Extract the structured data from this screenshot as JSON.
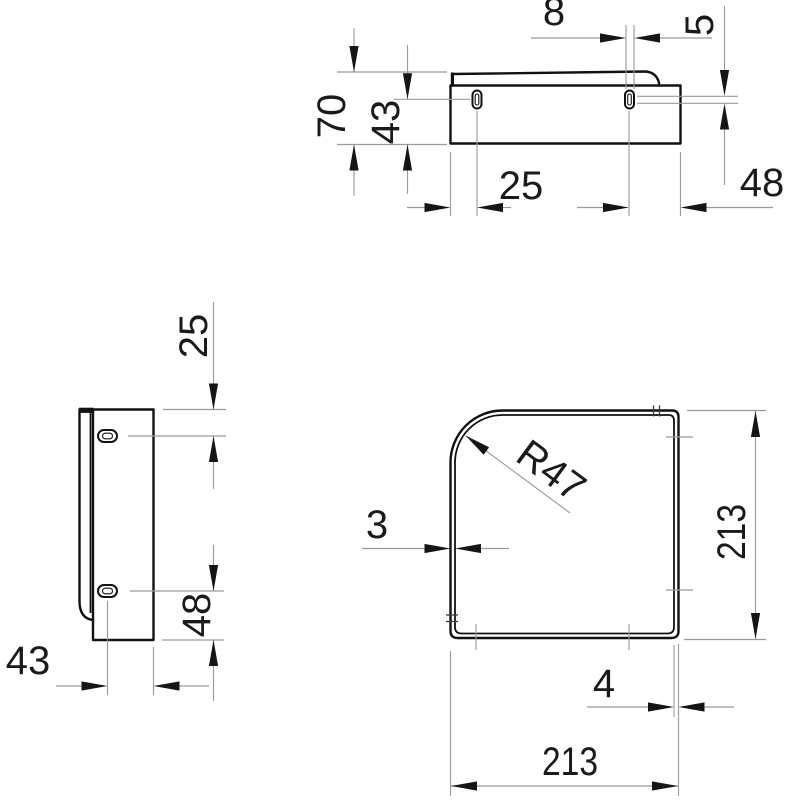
{
  "drawing": {
    "type": "technical-orthographic-views",
    "views": {
      "front_view": {
        "slot_spacing_top": "8",
        "slot_height": "5",
        "overall_height": "70",
        "plate_height": "43",
        "left_slot_offset": "25",
        "right_slot_offset": "48"
      },
      "side_view": {
        "top_slot_offset": "25",
        "bottom_slot_offset": "48",
        "plate_width": "43"
      },
      "plan_view": {
        "corner_radius": "R47",
        "edge_thickness": "3",
        "depth": "213",
        "rim_offset": "4",
        "width": "213"
      }
    },
    "colors": {
      "background": "#ffffff",
      "object_line": "#111111",
      "dimension_line": "#9b9b9b",
      "arrowhead": "#151515",
      "text": "#1a1a1a"
    }
  }
}
